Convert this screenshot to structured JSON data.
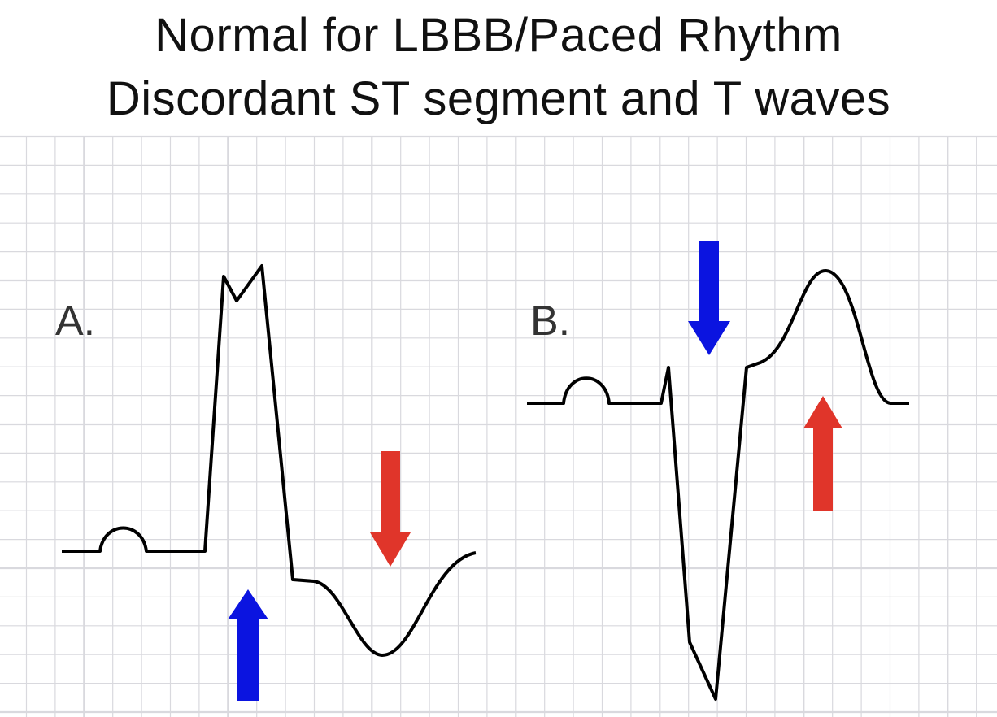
{
  "title": {
    "line1": "Normal for LBBB/Paced Rhythm",
    "line2": "Discordant ST segment and T waves"
  },
  "panels": [
    {
      "label": "A.",
      "arrows": [
        {
          "direction": "up",
          "color": "#0b14e0"
        },
        {
          "direction": "down",
          "color": "#e0352a"
        }
      ]
    },
    {
      "label": "B.",
      "arrows": [
        {
          "direction": "down",
          "color": "#0b14e0"
        },
        {
          "direction": "up",
          "color": "#e0352a"
        }
      ]
    }
  ],
  "colors": {
    "grid": "#d9d9de",
    "trace": "#000000",
    "blue": "#0b14e0",
    "red": "#e0352a"
  }
}
